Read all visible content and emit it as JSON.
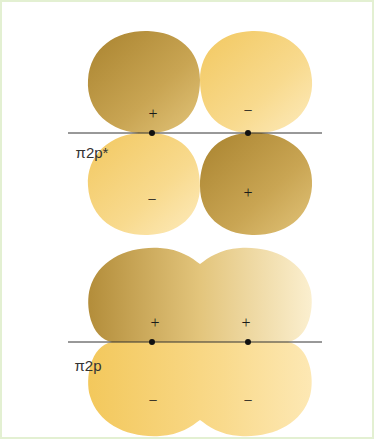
{
  "diagram": {
    "labels": [
      "+",
      "−",
      "π2p*",
      "−",
      "+",
      "+",
      "+",
      "π2p",
      "−",
      "−"
    ]
  }
}
